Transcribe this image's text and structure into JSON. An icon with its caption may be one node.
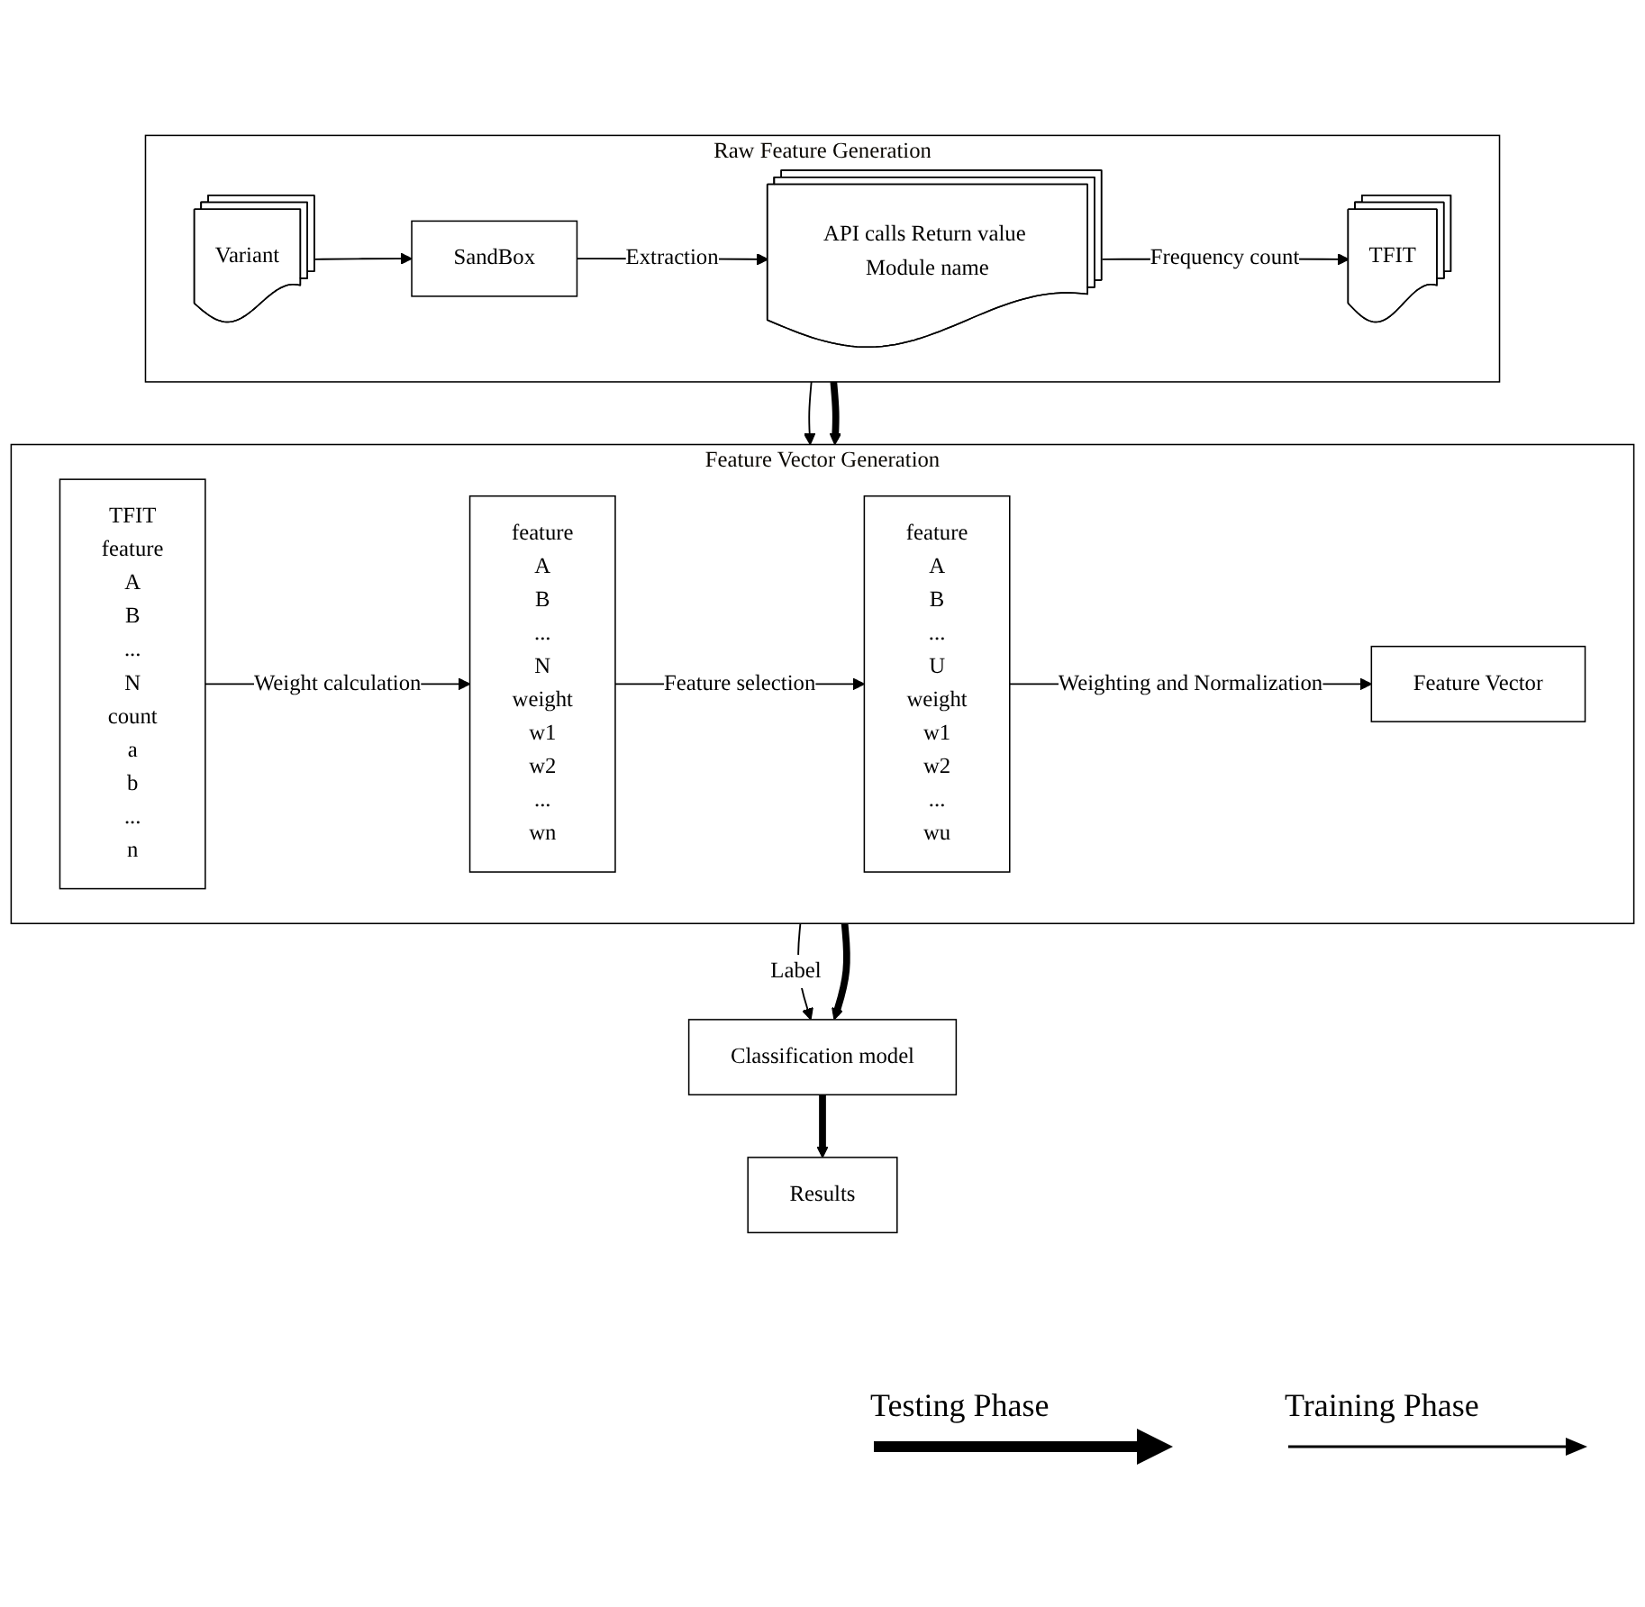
{
  "diagram": {
    "nodes": [
      {
        "text": [
          "Raw Feature Generation"
        ]
      },
      {
        "text": [
          "Variant"
        ],
        "in": 0
      },
      {
        "text": [
          "SandBox"
        ],
        "in": 0
      },
      {
        "text": [
          "API calls Return value Module name"
        ],
        "in": 0
      },
      {
        "text": [
          "TFIT"
        ],
        "in": 0
      },
      {
        "text": [
          "Feature Vector Generation"
        ]
      },
      {
        "text": [
          "TFIT",
          "feature",
          "A",
          "B",
          "...",
          "N",
          "count",
          "a",
          "b",
          "...",
          "n"
        ],
        "in": 5
      },
      {
        "text": [
          "feature",
          "A",
          "B",
          "...",
          "N",
          "weight",
          "w1",
          "w2",
          "...",
          "wn"
        ],
        "in": 5
      },
      {
        "text": [
          "feature",
          "A",
          "B",
          "...",
          "U",
          "weight",
          "w1",
          "w2",
          "...",
          "wu"
        ],
        "in": 5
      },
      {
        "text": [
          "Feature Vector"
        ],
        "in": 5
      },
      {
        "text": [
          "Classification model"
        ]
      },
      {
        "text": [
          "Results"
        ]
      }
    ],
    "edges": [
      {
        "from": 1,
        "to": 2,
        "arrow": "to"
      },
      {
        "from": 2,
        "to": 3,
        "arrow": "to",
        "label": "Extraction"
      },
      {
        "from": 3,
        "to": 4,
        "arrow": "to",
        "label": "Frequency count"
      },
      {
        "from": 0,
        "to": 5,
        "arrow": "to"
      },
      {
        "from": 0,
        "to": 5,
        "arrow": "to",
        "style": "thick"
      },
      {
        "from": 6,
        "to": 7,
        "arrow": "to",
        "label": "Weight calculation"
      },
      {
        "from": 7,
        "to": 8,
        "arrow": "to",
        "label": "Feature selection"
      },
      {
        "from": 8,
        "to": 9,
        "arrow": "to",
        "label": "Weighting and Normalization"
      },
      {
        "from": 5,
        "to": 10,
        "arrow": "to",
        "label": "Label"
      },
      {
        "from": 5,
        "to": 10,
        "arrow": "to",
        "style": "thick"
      },
      {
        "from": 10,
        "to": 11,
        "arrow": "to",
        "style": "thick"
      }
    ],
    "legend": [
      {
        "text": "Testing Phase"
      },
      {
        "text": "Training Phase"
      }
    ]
  }
}
